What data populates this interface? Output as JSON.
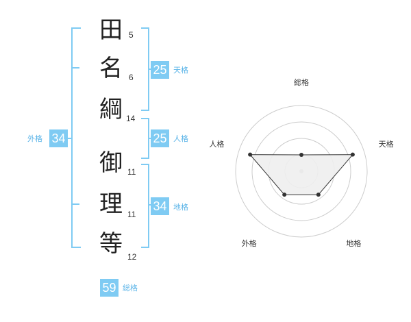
{
  "characters": [
    {
      "char": "田",
      "strokes": "5"
    },
    {
      "char": "名",
      "strokes": "6"
    },
    {
      "char": "綱",
      "strokes": "14"
    },
    {
      "char": "御",
      "strokes": "11"
    },
    {
      "char": "理",
      "strokes": "11"
    },
    {
      "char": "等",
      "strokes": "12"
    }
  ],
  "kaku": {
    "tenkaku": {
      "value": "25",
      "label": "天格"
    },
    "jinkaku": {
      "value": "25",
      "label": "人格"
    },
    "chikaku": {
      "value": "34",
      "label": "地格"
    },
    "gaikaku": {
      "value": "34",
      "label": "外格"
    },
    "soukaku": {
      "value": "59",
      "label": "総格"
    }
  },
  "radar": {
    "axes": [
      "総格",
      "天格",
      "地格",
      "外格",
      "人格"
    ],
    "levels": [
      1,
      2,
      3,
      4
    ],
    "values": [
      0.25,
      0.82,
      0.44,
      0.44,
      0.82
    ],
    "line_color": "#333333",
    "fill_color": "#eeeeee",
    "grid_color": "#cccccc"
  }
}
